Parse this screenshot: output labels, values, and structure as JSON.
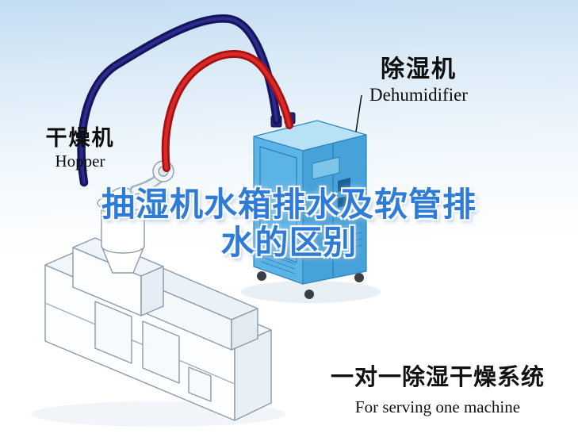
{
  "page": {
    "title": "抽湿机水箱排水及软管排水的区别"
  },
  "title": {
    "line1": "抽湿机水箱排水及软管排",
    "line2": "水的区别"
  },
  "labels": {
    "dehumidifier": {
      "cn": "除湿机",
      "en": "Dehumidifier"
    },
    "hopper": {
      "cn": "干燥机",
      "en": "Hopper"
    },
    "caption": {
      "cn": "一对一除湿干燥系统",
      "en": "For serving one machine"
    }
  },
  "colors": {
    "title_blue": "#2e7bd8",
    "hose_red": "#c51717",
    "hose_navy": "#1b1b6e",
    "dehumidifier_front": "#5cb3e6",
    "dehumidifier_side": "#46a2d8",
    "dehumidifier_top": "#b7e2f6",
    "sky_top": "#c3dcf2",
    "line_art_stroke": "#8a9bab",
    "label_text": "#0d0d0d"
  },
  "scene": {
    "components": [
      "dehumidifier-unit",
      "hopper-dryer",
      "extruder-machine",
      "red-hose",
      "navy-hose"
    ]
  }
}
